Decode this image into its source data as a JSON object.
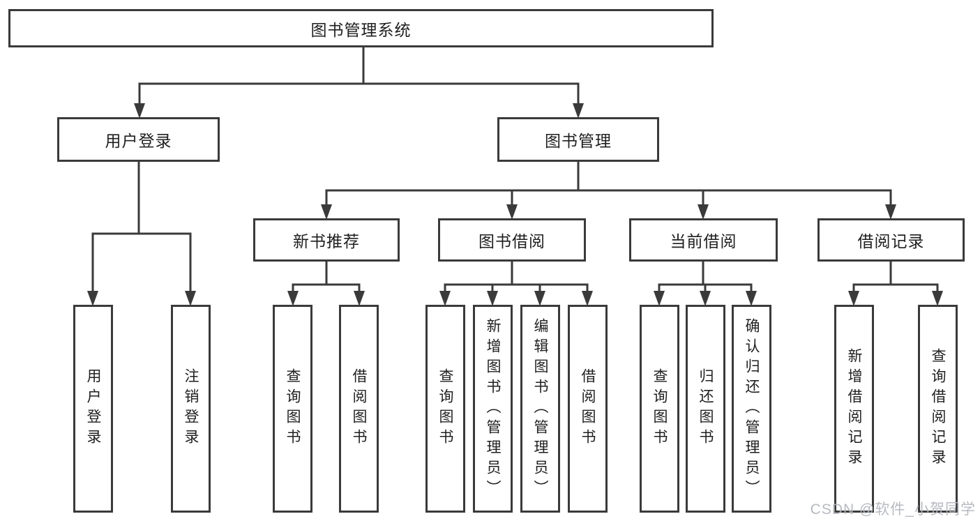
{
  "diagram": {
    "type": "hierarchy-tree",
    "title": "图书管理系统",
    "tree": {
      "label": "图书管理系统",
      "children": [
        {
          "label": "用户登录",
          "children": [
            {
              "label": "用户登录"
            },
            {
              "label": "注销登录"
            }
          ]
        },
        {
          "label": "图书管理",
          "children": [
            {
              "label": "新书推荐",
              "children": [
                {
                  "label": "查询图书"
                },
                {
                  "label": "借阅图书"
                }
              ]
            },
            {
              "label": "图书借阅",
              "children": [
                {
                  "label": "查询图书"
                },
                {
                  "label": "新增图书（管理员）"
                },
                {
                  "label": "编辑图书（管理员）"
                },
                {
                  "label": "借阅图书"
                }
              ]
            },
            {
              "label": "当前借阅",
              "children": [
                {
                  "label": "查询图书"
                },
                {
                  "label": "归还图书"
                },
                {
                  "label": "确认归还（管理员）"
                }
              ]
            },
            {
              "label": "借阅记录",
              "children": [
                {
                  "label": "新增借阅记录"
                },
                {
                  "label": "查询借阅记录"
                }
              ]
            }
          ]
        }
      ]
    },
    "colors": {
      "line": "#3a3a3a",
      "box_border": "#3a3a3a",
      "box_fill": "#ffffff",
      "text": "#1f1f1f",
      "watermark": "#b2b6bd"
    }
  },
  "watermark": {
    "text": "CSDN @软件_小贺同学"
  }
}
